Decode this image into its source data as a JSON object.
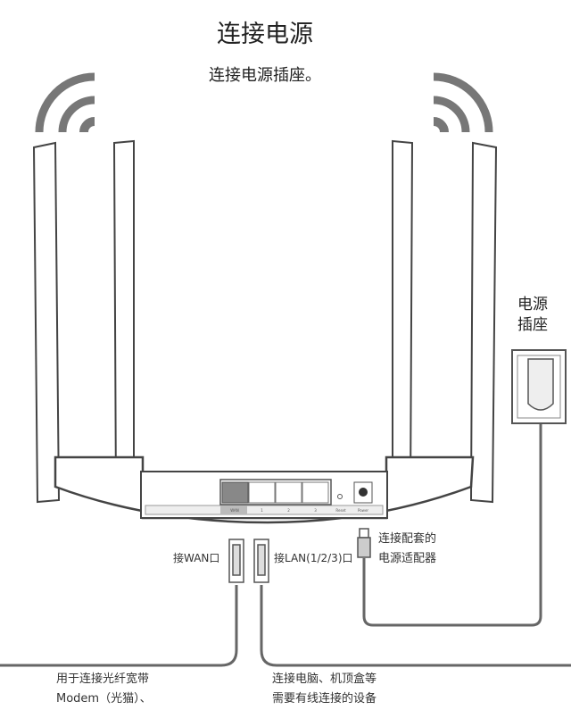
{
  "title": "连接电源",
  "subtitle": "连接电源插座。",
  "socket_label": [
    "电源",
    "插座"
  ],
  "router_ports": [
    "WAN",
    "1",
    "2",
    "3",
    "Reset",
    "Power"
  ],
  "labels": {
    "wan": "接WAN口",
    "lan": "接LAN(1/2/3)口",
    "adapter": [
      "连接配套的",
      "电源适配器"
    ],
    "wan_desc": [
      "用于连接光纤宽带",
      "Modem（光猫）、"
    ],
    "lan_desc": [
      "连接电脑、机顶盒等",
      "需要有线连接的设备"
    ]
  },
  "colors": {
    "line": "#666666",
    "wan_port": "#888888"
  }
}
